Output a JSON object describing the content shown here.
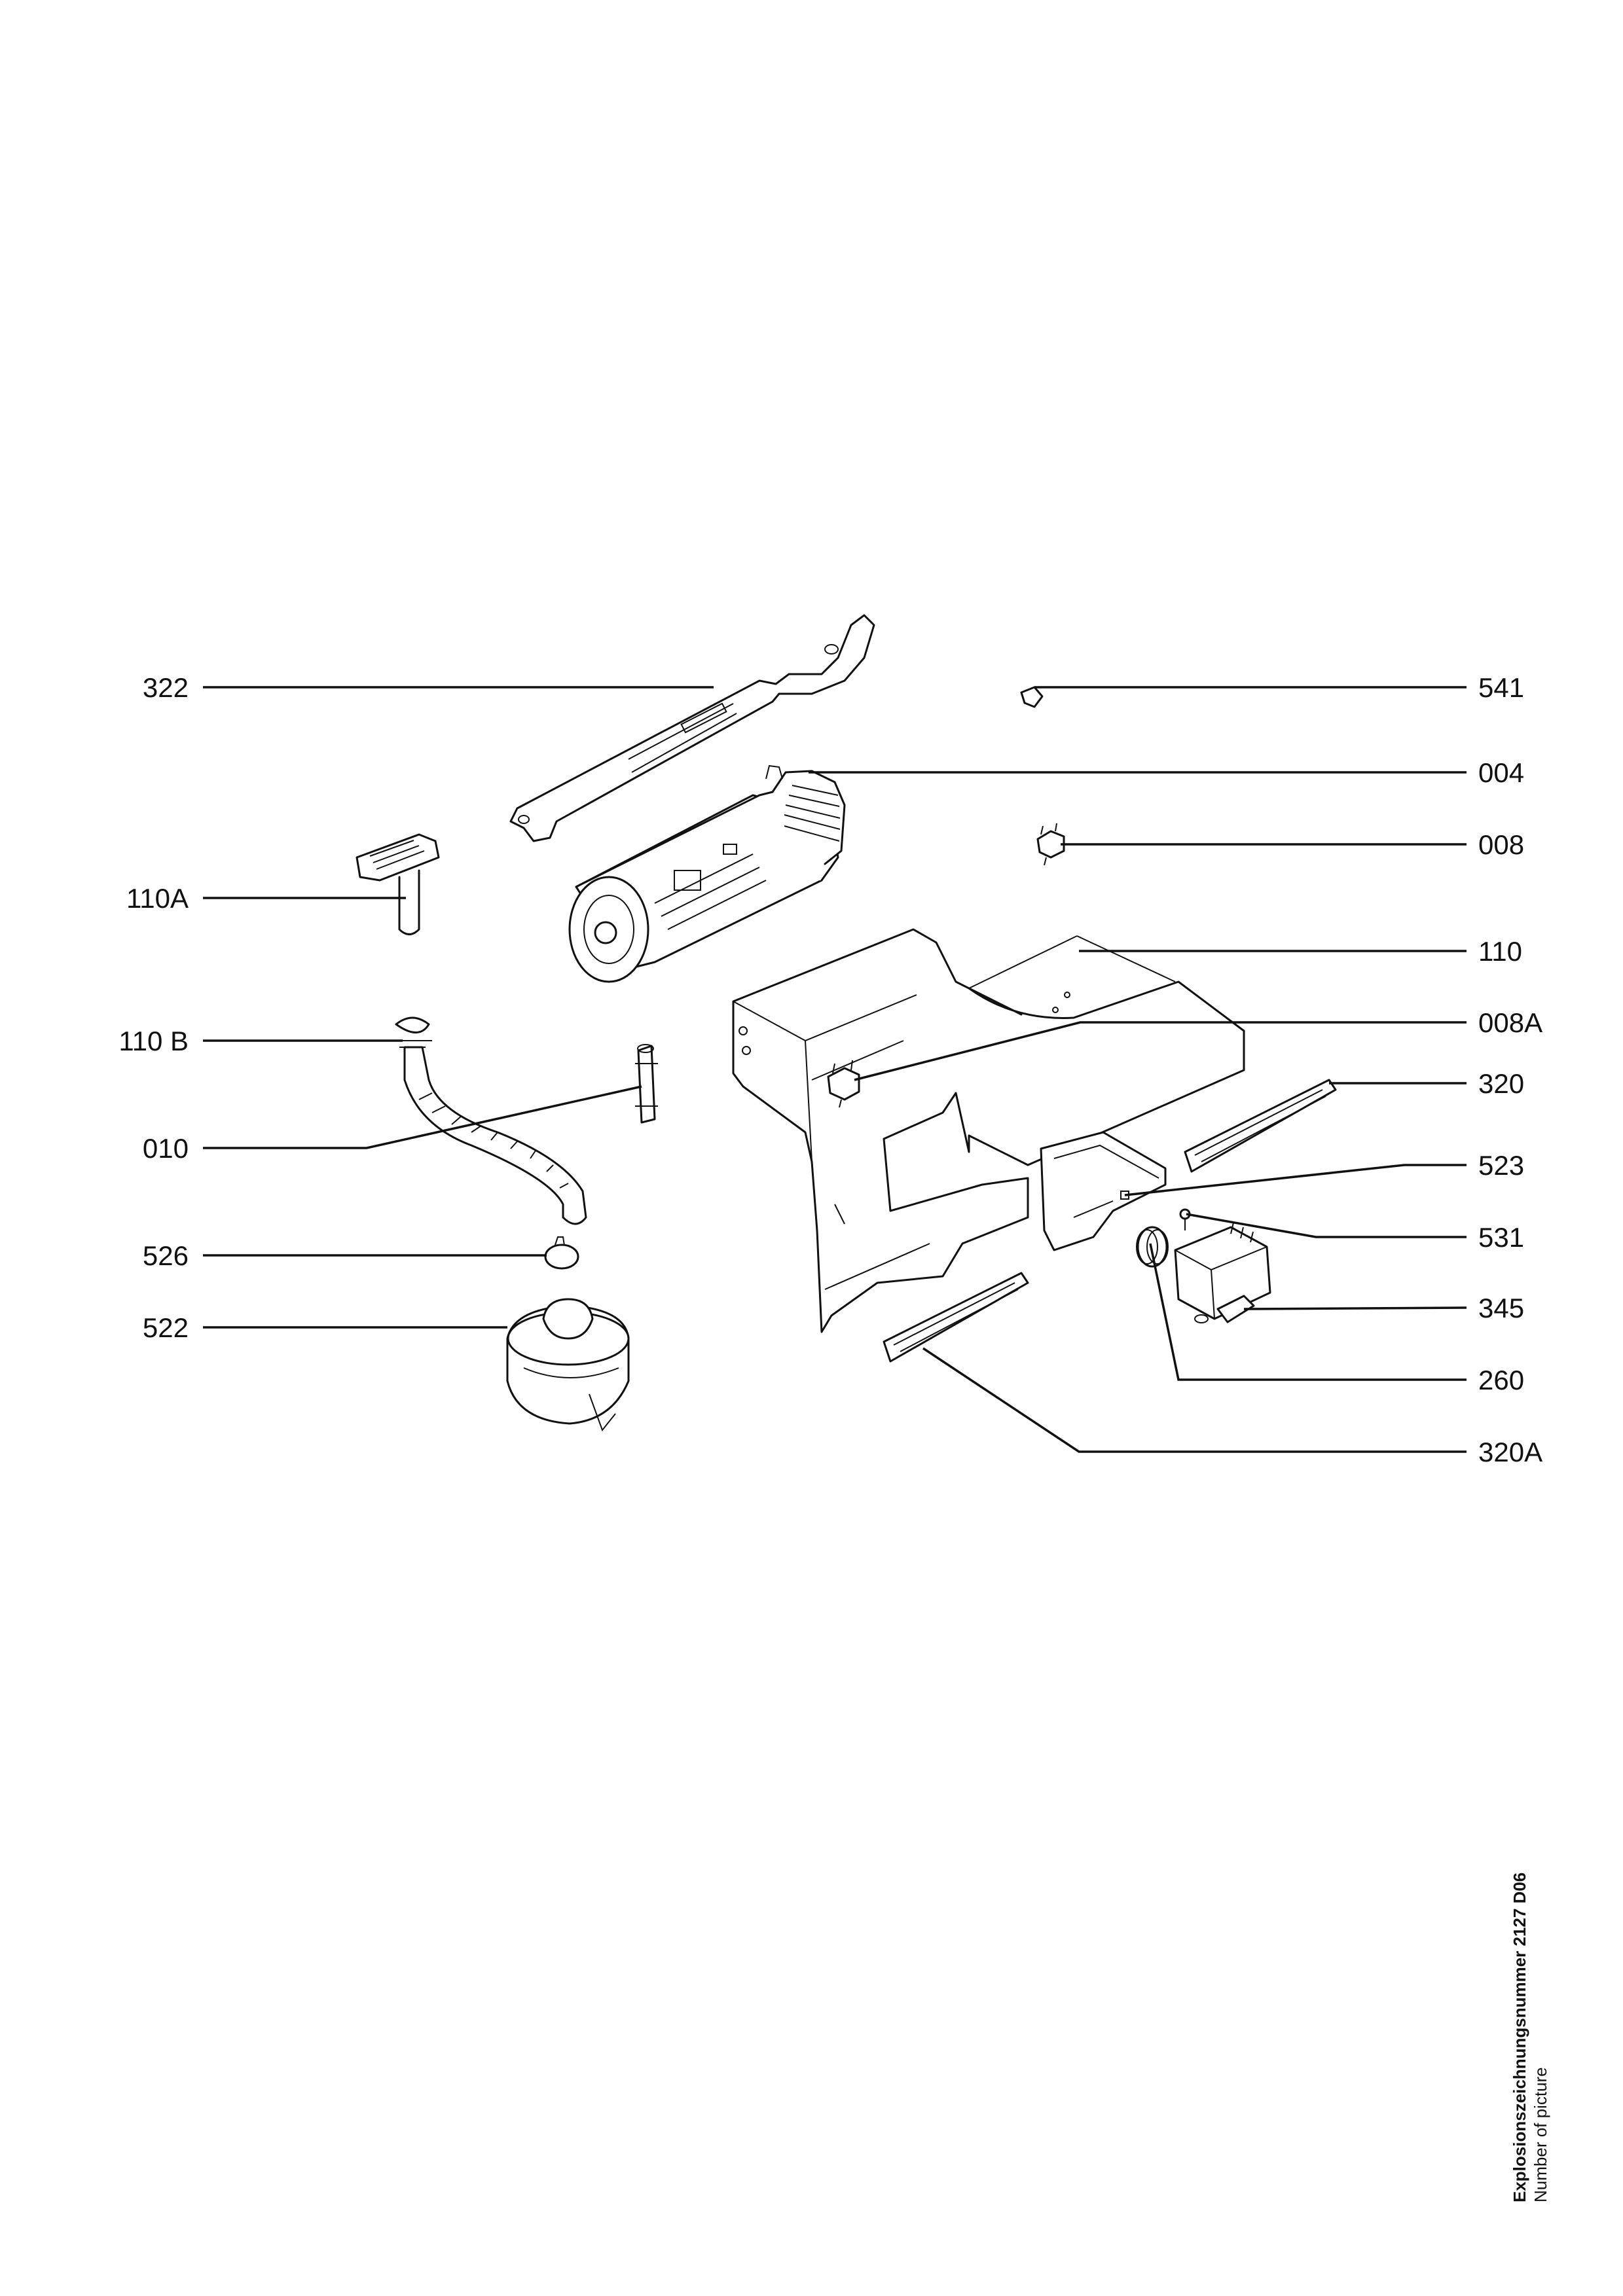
{
  "labels_left": [
    "322",
    "110A",
    "110 B",
    "010",
    "526",
    "522"
  ],
  "labels_right": [
    "541",
    "004",
    "008",
    "110",
    "008A",
    "320",
    "523",
    "531",
    "345",
    "260",
    "320A"
  ],
  "side_caption": {
    "line1": "Explosionszeichnungsnummer 2127 D06",
    "line2": "Number of picture"
  }
}
